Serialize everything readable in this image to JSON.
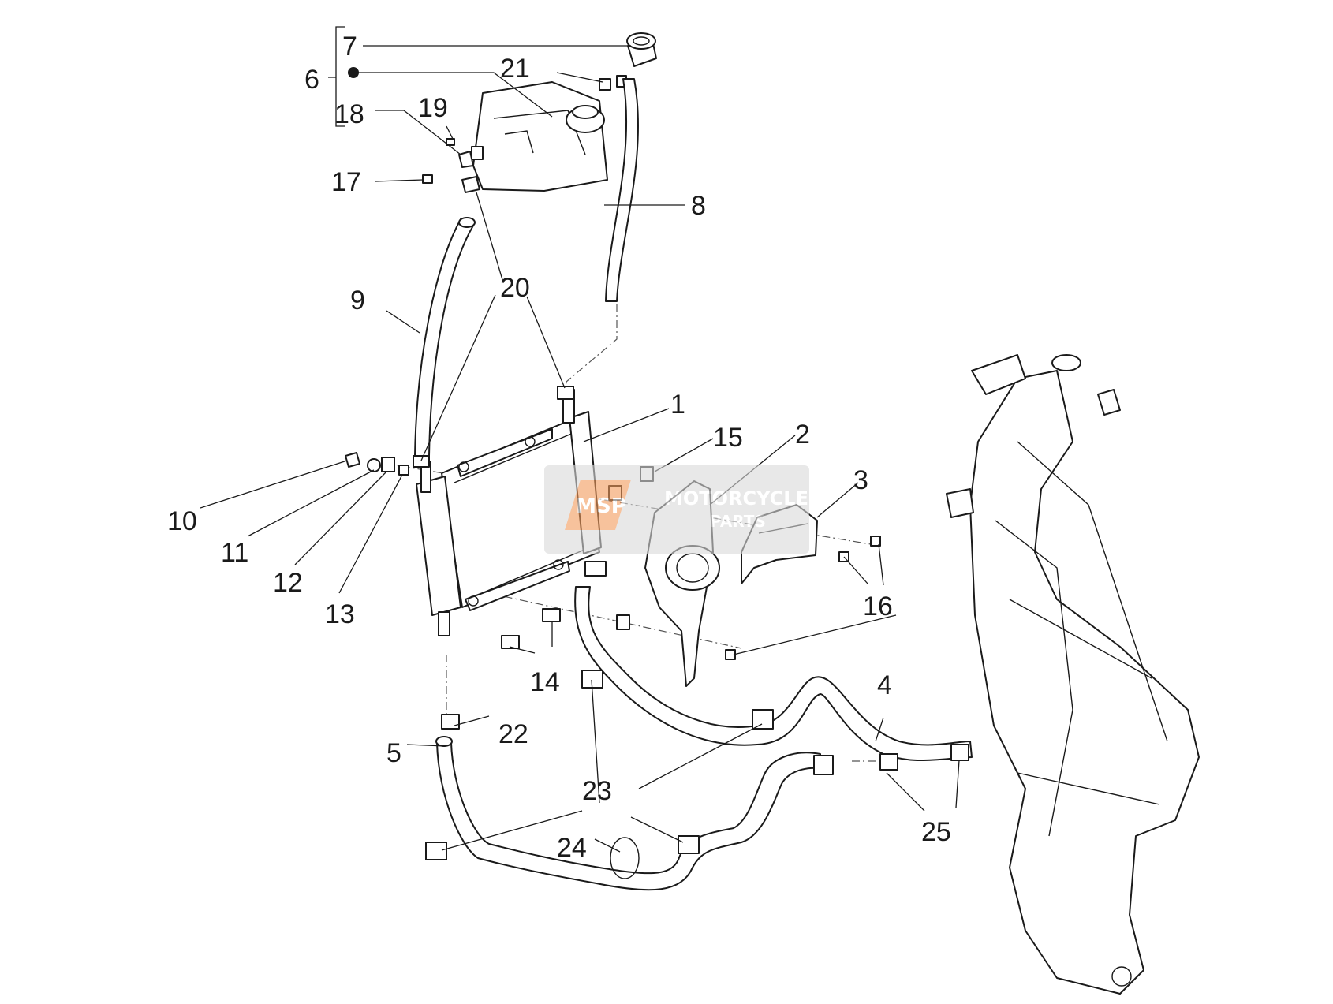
{
  "callouts": [
    {
      "id": "1",
      "label": "1"
    },
    {
      "id": "2",
      "label": "2"
    },
    {
      "id": "3",
      "label": "3"
    },
    {
      "id": "4",
      "label": "4"
    },
    {
      "id": "5",
      "label": "5"
    },
    {
      "id": "6",
      "label": "6"
    },
    {
      "id": "7",
      "label": "7"
    },
    {
      "id": "8",
      "label": "8"
    },
    {
      "id": "9",
      "label": "9"
    },
    {
      "id": "10",
      "label": "10"
    },
    {
      "id": "11",
      "label": "11"
    },
    {
      "id": "12",
      "label": "12"
    },
    {
      "id": "13",
      "label": "13"
    },
    {
      "id": "14",
      "label": "14"
    },
    {
      "id": "15",
      "label": "15"
    },
    {
      "id": "16",
      "label": "16"
    },
    {
      "id": "17",
      "label": "17"
    },
    {
      "id": "18",
      "label": "18"
    },
    {
      "id": "19",
      "label": "19"
    },
    {
      "id": "20",
      "label": "20"
    },
    {
      "id": "21",
      "label": "21"
    },
    {
      "id": "22",
      "label": "22"
    },
    {
      "id": "23",
      "label": "23"
    },
    {
      "id": "24",
      "label": "24"
    },
    {
      "id": "25",
      "label": "25"
    }
  ],
  "watermark": {
    "line1": "MOTORCYCLE",
    "line2": "PARTS",
    "logo_text": "MSP",
    "accent_color": "#f29a5c",
    "box_color": "#d9d9d9"
  }
}
